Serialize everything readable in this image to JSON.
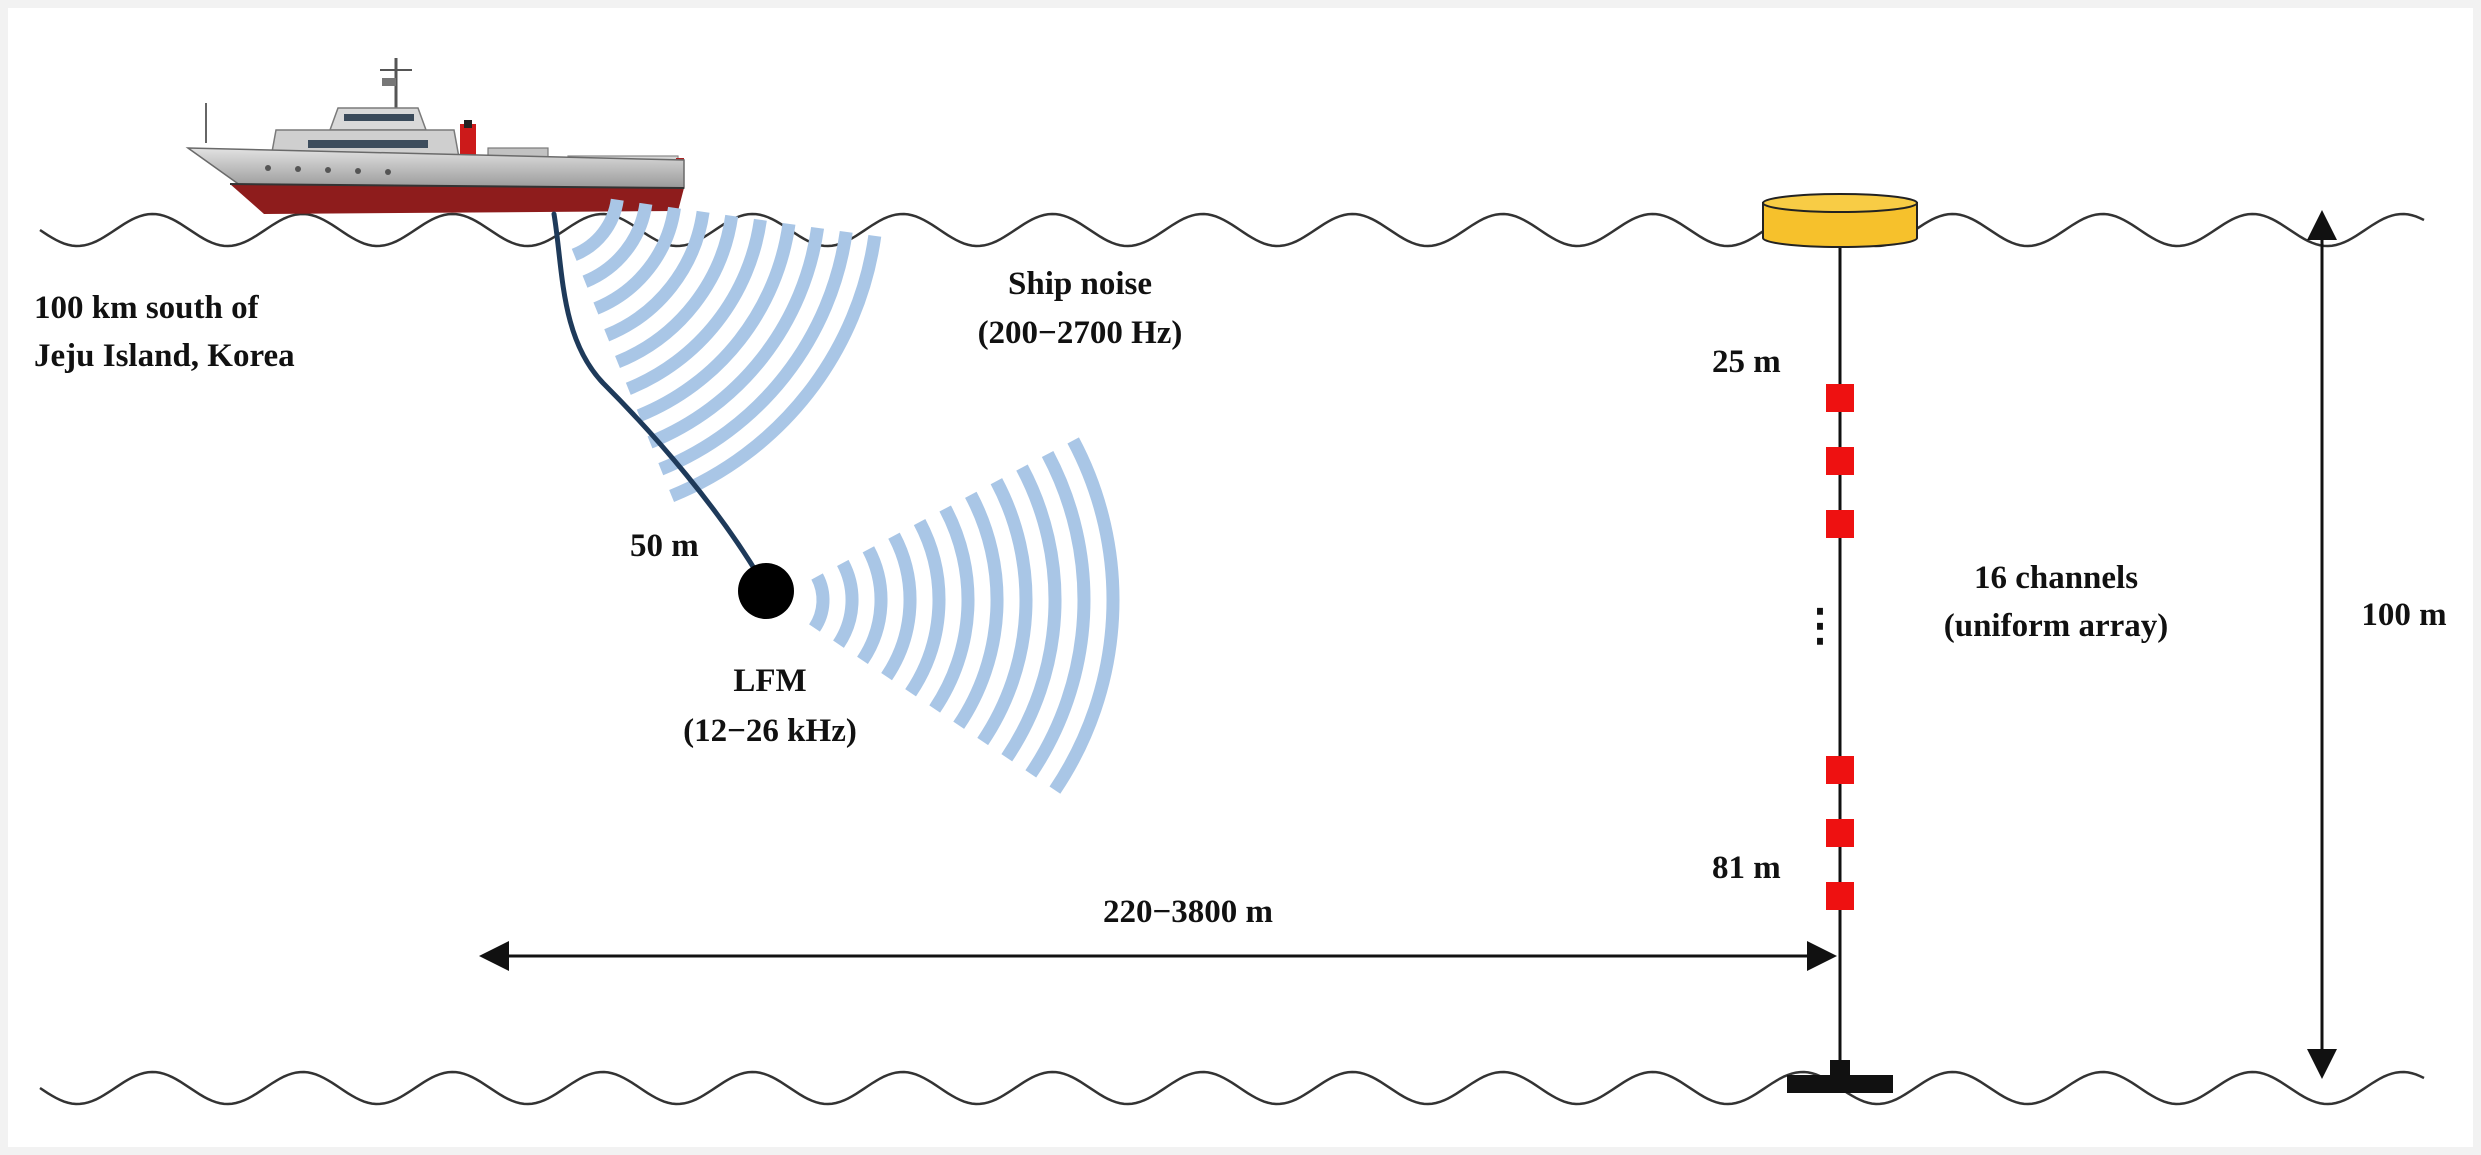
{
  "location": {
    "line1": "100 km south of",
    "line2": "Jeju Island, Korea"
  },
  "ship_noise": {
    "title": "Ship noise",
    "band": "(200−2700 Hz)"
  },
  "source": {
    "depth": "50 m",
    "title": "LFM",
    "band": "(12−26 kHz)"
  },
  "array": {
    "top_depth": "25 m",
    "bottom_depth": "81 m",
    "channels": "16 channels",
    "type": "(uniform array)",
    "ellipsis": "⋮"
  },
  "range": "220−3800 m",
  "water_depth": "100 m",
  "colors": {
    "water_line": "#333333",
    "cable": "#1e3a5a",
    "sound_wave": "#a9c6e6",
    "buoy": "#f6c12c",
    "hydrophone": "#ee1111",
    "ship_hull_bottom": "#8e1c1c",
    "ship_hull_top": "#c9c9c9"
  },
  "icons": {
    "ship": "research-vessel-icon",
    "buoy": "surface-buoy-icon",
    "source": "sound-source-icon",
    "hydrophone": "hydrophone-icon",
    "anchor": "anchor-weight-icon"
  }
}
